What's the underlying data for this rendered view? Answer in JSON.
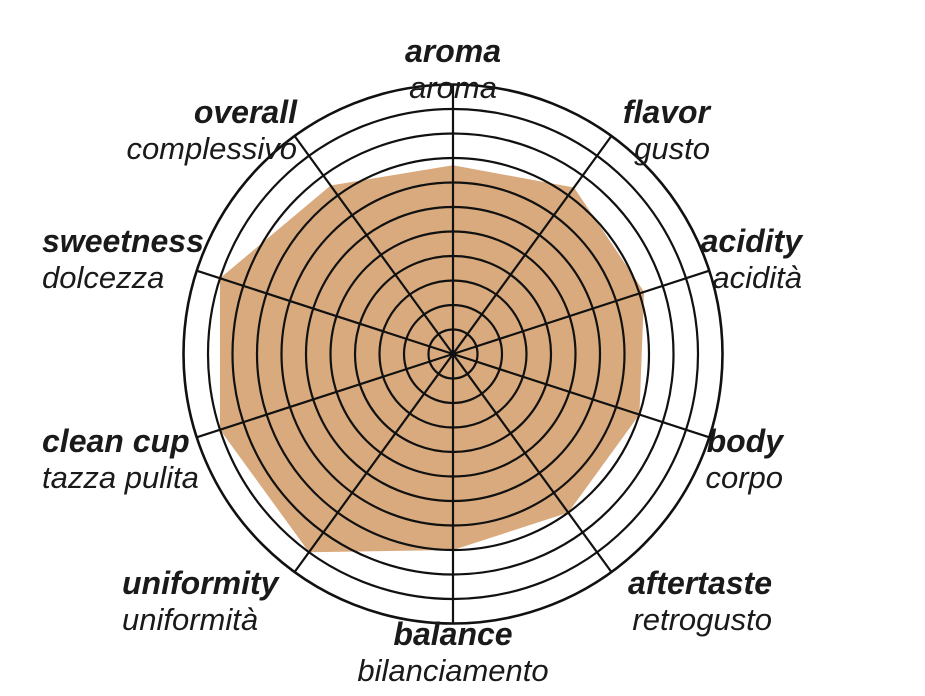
{
  "chart_data": {
    "type": "radar",
    "rmax": 10,
    "ring_count": 10,
    "outer_ring": 11,
    "axes": [
      {
        "name": "aroma",
        "sub": "aroma",
        "value": 7.7
      },
      {
        "name": "flavor",
        "sub": "gusto",
        "value": 8.4
      },
      {
        "name": "acidity",
        "sub": "acidità",
        "value": 8.2
      },
      {
        "name": "body",
        "sub": "corpo",
        "value": 8.0
      },
      {
        "name": "aftertaste",
        "sub": "retrogusto",
        "value": 8.0
      },
      {
        "name": "balance",
        "sub": "bilanciamento",
        "value": 8.0
      },
      {
        "name": "uniformity",
        "sub": "uniformità",
        "value": 10.0
      },
      {
        "name": "clean cup",
        "sub": "tazza pulita",
        "value": 10.0
      },
      {
        "name": "sweetness",
        "sub": "dolcezza",
        "value": 10.0
      },
      {
        "name": "overall",
        "sub": "complessivo",
        "value": 8.5
      }
    ],
    "fill_color": "#d9aa7d",
    "line_color": "#111111"
  }
}
